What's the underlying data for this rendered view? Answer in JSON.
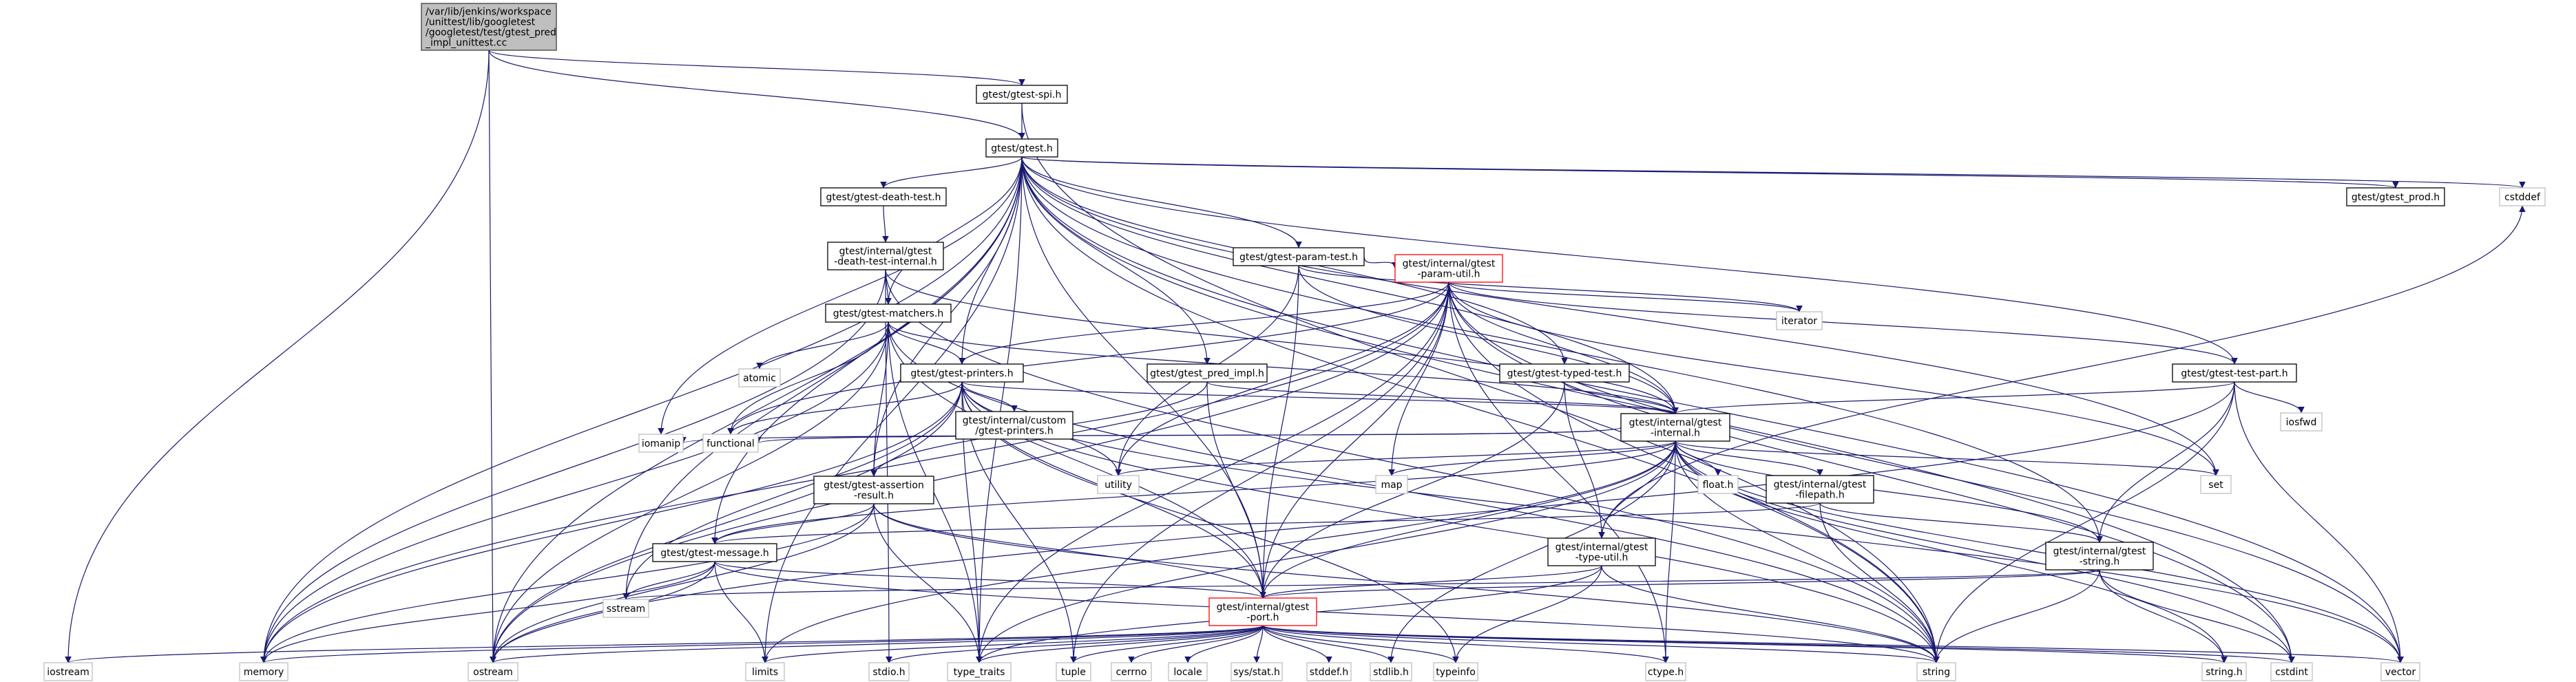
{
  "colors": {
    "edge": "#191970",
    "box_border": "#000000",
    "box_fill": "#ffffff",
    "root_fill": "#bfbfbf",
    "root_border": "#404040",
    "truncated_border": "#ff0000",
    "system_border": "#bfbfbf",
    "system_text": "#404040"
  },
  "nodes": [
    {
      "id": "root",
      "label": [
        "/var/lib/jenkins/workspace",
        "/unittest/lib/googletest",
        "/googletest/test/gtest_pred",
        "_impl_unittest.cc"
      ],
      "style": "root"
    },
    {
      "id": "gtest_spi_h",
      "label": [
        "gtest/gtest-spi.h"
      ],
      "style": "box"
    },
    {
      "id": "gtest_h",
      "label": [
        "gtest/gtest.h"
      ],
      "style": "box"
    },
    {
      "id": "gtest_death_test_h",
      "label": [
        "gtest/gtest-death-test.h"
      ],
      "style": "box"
    },
    {
      "id": "gtest_prod_h",
      "label": [
        "gtest/gtest_prod.h"
      ],
      "style": "box"
    },
    {
      "id": "cstddef",
      "label": [
        "cstddef"
      ],
      "style": "system"
    },
    {
      "id": "death_test_internal_h",
      "label": [
        "gtest/internal/gtest",
        "-death-test-internal.h"
      ],
      "style": "box"
    },
    {
      "id": "gtest_param_test_h",
      "label": [
        "gtest/gtest-param-test.h"
      ],
      "style": "box"
    },
    {
      "id": "param_util_h",
      "label": [
        "gtest/internal/gtest",
        "-param-util.h"
      ],
      "style": "truncated"
    },
    {
      "id": "gtest_matchers_h",
      "label": [
        "gtest/gtest-matchers.h"
      ],
      "style": "box"
    },
    {
      "id": "atomic",
      "label": [
        "atomic"
      ],
      "style": "system"
    },
    {
      "id": "gtest_printers_h",
      "label": [
        "gtest/gtest-printers.h"
      ],
      "style": "box"
    },
    {
      "id": "gtest_pred_impl_h",
      "label": [
        "gtest/gtest_pred_impl.h"
      ],
      "style": "box"
    },
    {
      "id": "gtest_typed_test_h",
      "label": [
        "gtest/gtest-typed-test.h"
      ],
      "style": "box"
    },
    {
      "id": "iterator",
      "label": [
        "iterator"
      ],
      "style": "system"
    },
    {
      "id": "gtest_test_part_h",
      "label": [
        "gtest/gtest-test-part.h"
      ],
      "style": "box"
    },
    {
      "id": "custom_printers_h",
      "label": [
        "gtest/internal/custom",
        "/gtest-printers.h"
      ],
      "style": "box"
    },
    {
      "id": "gtest_internal_h",
      "label": [
        "gtest/internal/gtest",
        "-internal.h"
      ],
      "style": "box"
    },
    {
      "id": "iosfwd",
      "label": [
        "iosfwd"
      ],
      "style": "system"
    },
    {
      "id": "iomanip",
      "label": [
        "iomanip"
      ],
      "style": "system"
    },
    {
      "id": "functional",
      "label": [
        "functional"
      ],
      "style": "system"
    },
    {
      "id": "utility",
      "label": [
        "utility"
      ],
      "style": "system"
    },
    {
      "id": "map",
      "label": [
        "map"
      ],
      "style": "system"
    },
    {
      "id": "float_h",
      "label": [
        "float.h"
      ],
      "style": "system"
    },
    {
      "id": "filepath_h",
      "label": [
        "gtest/internal/gtest",
        "-filepath.h"
      ],
      "style": "box"
    },
    {
      "id": "set",
      "label": [
        "set"
      ],
      "style": "system"
    },
    {
      "id": "assertion_result_h",
      "label": [
        "gtest/gtest-assertion",
        "-result.h"
      ],
      "style": "box"
    },
    {
      "id": "gtest_message_h",
      "label": [
        "gtest/gtest-message.h"
      ],
      "style": "box"
    },
    {
      "id": "type_util_h",
      "label": [
        "gtest/internal/gtest",
        "-type-util.h"
      ],
      "style": "box"
    },
    {
      "id": "gtest_string_h",
      "label": [
        "gtest/internal/gtest",
        "-string.h"
      ],
      "style": "box"
    },
    {
      "id": "sstream",
      "label": [
        "sstream"
      ],
      "style": "system"
    },
    {
      "id": "gtest_port_h",
      "label": [
        "gtest/internal/gtest",
        "-port.h"
      ],
      "style": "truncated"
    },
    {
      "id": "iostream",
      "label": [
        "iostream"
      ],
      "style": "system"
    },
    {
      "id": "memory",
      "label": [
        "memory"
      ],
      "style": "system"
    },
    {
      "id": "ostream",
      "label": [
        "ostream"
      ],
      "style": "system"
    },
    {
      "id": "limits",
      "label": [
        "limits"
      ],
      "style": "system"
    },
    {
      "id": "stdio_h",
      "label": [
        "stdio.h"
      ],
      "style": "system"
    },
    {
      "id": "type_traits",
      "label": [
        "type_traits"
      ],
      "style": "system"
    },
    {
      "id": "tuple",
      "label": [
        "tuple"
      ],
      "style": "system"
    },
    {
      "id": "cerrno",
      "label": [
        "cerrno"
      ],
      "style": "system"
    },
    {
      "id": "locale",
      "label": [
        "locale"
      ],
      "style": "system"
    },
    {
      "id": "sys_stat_h",
      "label": [
        "sys/stat.h"
      ],
      "style": "system"
    },
    {
      "id": "stddef_h",
      "label": [
        "stddef.h"
      ],
      "style": "system"
    },
    {
      "id": "stdlib_h",
      "label": [
        "stdlib.h"
      ],
      "style": "system"
    },
    {
      "id": "typeinfo",
      "label": [
        "typeinfo"
      ],
      "style": "system"
    },
    {
      "id": "ctype_h",
      "label": [
        "ctype.h"
      ],
      "style": "system"
    },
    {
      "id": "string",
      "label": [
        "string"
      ],
      "style": "system"
    },
    {
      "id": "string_h",
      "label": [
        "string.h"
      ],
      "style": "system"
    },
    {
      "id": "cstdint",
      "label": [
        "cstdint"
      ],
      "style": "system"
    },
    {
      "id": "vector",
      "label": [
        "vector"
      ],
      "style": "system"
    }
  ],
  "edges": [
    [
      "root",
      "gtest_spi_h"
    ],
    [
      "root",
      "gtest_h"
    ],
    [
      "root",
      "iostream"
    ],
    [
      "root",
      "ostream"
    ],
    [
      "gtest_spi_h",
      "gtest_h"
    ],
    [
      "gtest_spi_h",
      "string"
    ],
    [
      "gtest_h",
      "gtest_death_test_h"
    ],
    [
      "gtest_h",
      "gtest_prod_h"
    ],
    [
      "gtest_h",
      "cstddef"
    ],
    [
      "gtest_h",
      "gtest_param_test_h"
    ],
    [
      "gtest_h",
      "gtest_matchers_h"
    ],
    [
      "gtest_h",
      "gtest_printers_h"
    ],
    [
      "gtest_h",
      "gtest_pred_impl_h"
    ],
    [
      "gtest_h",
      "gtest_typed_test_h"
    ],
    [
      "gtest_h",
      "gtest_test_part_h"
    ],
    [
      "gtest_h",
      "gtest_internal_h"
    ],
    [
      "gtest_h",
      "gtest_string_h"
    ],
    [
      "gtest_h",
      "assertion_result_h"
    ],
    [
      "gtest_h",
      "gtest_message_h"
    ],
    [
      "gtest_h",
      "gtest_port_h"
    ],
    [
      "gtest_h",
      "memory"
    ],
    [
      "gtest_h",
      "ostream"
    ],
    [
      "gtest_h",
      "limits"
    ],
    [
      "gtest_h",
      "type_traits"
    ],
    [
      "gtest_h",
      "iomanip"
    ],
    [
      "gtest_h",
      "sstream"
    ],
    [
      "gtest_h",
      "set"
    ],
    [
      "gtest_h",
      "string"
    ],
    [
      "gtest_h",
      "vector"
    ],
    [
      "gtest_h",
      "cstdint"
    ],
    [
      "gtest_death_test_h",
      "death_test_internal_h"
    ],
    [
      "death_test_internal_h",
      "gtest_matchers_h"
    ],
    [
      "death_test_internal_h",
      "gtest_internal_h"
    ],
    [
      "death_test_internal_h",
      "memory"
    ],
    [
      "death_test_internal_h",
      "stdio_h"
    ],
    [
      "death_test_internal_h",
      "string"
    ],
    [
      "gtest_param_test_h",
      "param_util_h"
    ],
    [
      "gtest_param_test_h",
      "gtest_internal_h"
    ],
    [
      "gtest_param_test_h",
      "gtest_port_h"
    ],
    [
      "gtest_param_test_h",
      "iterator"
    ],
    [
      "gtest_param_test_h",
      "utility"
    ],
    [
      "param_util_h",
      "gtest_printers_h"
    ],
    [
      "param_util_h",
      "gtest_test_part_h"
    ],
    [
      "param_util_h",
      "gtest_internal_h"
    ],
    [
      "param_util_h",
      "gtest_port_h"
    ],
    [
      "param_util_h",
      "iterator"
    ],
    [
      "param_util_h",
      "functional"
    ],
    [
      "param_util_h",
      "utility"
    ],
    [
      "param_util_h",
      "map"
    ],
    [
      "param_util_h",
      "set"
    ],
    [
      "param_util_h",
      "memory"
    ],
    [
      "param_util_h",
      "string"
    ],
    [
      "param_util_h",
      "vector"
    ],
    [
      "param_util_h",
      "tuple"
    ],
    [
      "param_util_h",
      "type_traits"
    ],
    [
      "param_util_h",
      "ctype_h"
    ],
    [
      "param_util_h",
      "cstdint"
    ],
    [
      "param_util_h",
      "ostream"
    ],
    [
      "gtest_matchers_h",
      "gtest_printers_h"
    ],
    [
      "gtest_matchers_h",
      "gtest_internal_h"
    ],
    [
      "gtest_matchers_h",
      "gtest_port_h"
    ],
    [
      "gtest_matchers_h",
      "atomic"
    ],
    [
      "gtest_matchers_h",
      "functional"
    ],
    [
      "gtest_matchers_h",
      "memory"
    ],
    [
      "gtest_matchers_h",
      "ostream"
    ],
    [
      "gtest_matchers_h",
      "string"
    ],
    [
      "gtest_matchers_h",
      "type_traits"
    ],
    [
      "gtest_matchers_h",
      "assertion_result_h"
    ],
    [
      "gtest_printers_h",
      "custom_printers_h"
    ],
    [
      "gtest_printers_h",
      "gtest_internal_h"
    ],
    [
      "gtest_printers_h",
      "gtest_port_h"
    ],
    [
      "gtest_printers_h",
      "functional"
    ],
    [
      "gtest_printers_h",
      "memory"
    ],
    [
      "gtest_printers_h",
      "ostream"
    ],
    [
      "gtest_printers_h",
      "sstream"
    ],
    [
      "gtest_printers_h",
      "string"
    ],
    [
      "gtest_printers_h",
      "tuple"
    ],
    [
      "gtest_printers_h",
      "type_traits"
    ],
    [
      "gtest_printers_h",
      "typeinfo"
    ],
    [
      "gtest_printers_h",
      "utility"
    ],
    [
      "gtest_printers_h",
      "vector"
    ],
    [
      "gtest_pred_impl_h",
      "assertion_result_h"
    ],
    [
      "gtest_pred_impl_h",
      "gtest_internal_h"
    ],
    [
      "gtest_pred_impl_h",
      "gtest_port_h"
    ],
    [
      "gtest_typed_test_h",
      "gtest_internal_h"
    ],
    [
      "gtest_typed_test_h",
      "gtest_port_h"
    ],
    [
      "gtest_typed_test_h",
      "type_util_h"
    ],
    [
      "gtest_test_part_h",
      "gtest_internal_h"
    ],
    [
      "gtest_test_part_h",
      "gtest_string_h"
    ],
    [
      "gtest_test_part_h",
      "iosfwd"
    ],
    [
      "gtest_test_part_h",
      "ostream"
    ],
    [
      "gtest_test_part_h",
      "string"
    ],
    [
      "gtest_test_part_h",
      "vector"
    ],
    [
      "gtest_internal_h",
      "gtest_port_h"
    ],
    [
      "gtest_internal_h",
      "gtest_message_h"
    ],
    [
      "gtest_internal_h",
      "filepath_h"
    ],
    [
      "gtest_internal_h",
      "gtest_string_h"
    ],
    [
      "gtest_internal_h",
      "type_util_h"
    ],
    [
      "gtest_internal_h",
      "stdlib_h"
    ],
    [
      "gtest_internal_h",
      "ctype_h"
    ],
    [
      "gtest_internal_h",
      "float_h"
    ],
    [
      "gtest_internal_h",
      "string_h"
    ],
    [
      "gtest_internal_h",
      "cstdint"
    ],
    [
      "gtest_internal_h",
      "functional"
    ],
    [
      "gtest_internal_h",
      "iomanip"
    ],
    [
      "gtest_internal_h",
      "limits"
    ],
    [
      "gtest_internal_h",
      "map"
    ],
    [
      "gtest_internal_h",
      "set"
    ],
    [
      "gtest_internal_h",
      "string"
    ],
    [
      "gtest_internal_h",
      "type_traits"
    ],
    [
      "gtest_internal_h",
      "utility"
    ],
    [
      "gtest_internal_h",
      "vector"
    ],
    [
      "filepath_h",
      "gtest_message_h"
    ],
    [
      "filepath_h",
      "gtest_string_h"
    ],
    [
      "filepath_h",
      "string"
    ],
    [
      "assertion_result_h",
      "gtest_message_h"
    ],
    [
      "assertion_result_h",
      "gtest_port_h"
    ],
    [
      "assertion_result_h",
      "memory"
    ],
    [
      "assertion_result_h",
      "ostream"
    ],
    [
      "assertion_result_h",
      "string"
    ],
    [
      "assertion_result_h",
      "type_traits"
    ],
    [
      "gtest_message_h",
      "gtest_port_h"
    ],
    [
      "gtest_message_h",
      "limits"
    ],
    [
      "gtest_message_h",
      "memory"
    ],
    [
      "gtest_message_h",
      "ostream"
    ],
    [
      "gtest_message_h",
      "sstream"
    ],
    [
      "gtest_message_h",
      "string"
    ],
    [
      "type_util_h",
      "gtest_port_h"
    ],
    [
      "type_util_h",
      "cstddef"
    ],
    [
      "type_util_h",
      "string"
    ],
    [
      "type_util_h",
      "type_traits"
    ],
    [
      "type_util_h",
      "typeinfo"
    ],
    [
      "gtest_string_h",
      "gtest_port_h"
    ],
    [
      "gtest_string_h",
      "string_h"
    ],
    [
      "gtest_string_h",
      "cstdint"
    ],
    [
      "gtest_string_h",
      "sstream"
    ],
    [
      "gtest_string_h",
      "string"
    ],
    [
      "gtest_port_h",
      "ctype_h"
    ],
    [
      "gtest_port_h",
      "limits"
    ],
    [
      "gtest_port_h",
      "stdio_h"
    ],
    [
      "gtest_port_h",
      "type_traits"
    ],
    [
      "gtest_port_h",
      "tuple"
    ],
    [
      "gtest_port_h",
      "cerrno"
    ],
    [
      "gtest_port_h",
      "locale"
    ],
    [
      "gtest_port_h",
      "sys_stat_h"
    ],
    [
      "gtest_port_h",
      "stddef_h"
    ],
    [
      "gtest_port_h",
      "stdlib_h"
    ],
    [
      "gtest_port_h",
      "typeinfo"
    ],
    [
      "gtest_port_h",
      "string"
    ],
    [
      "gtest_port_h",
      "string_h"
    ],
    [
      "gtest_port_h",
      "cstdint"
    ],
    [
      "gtest_port_h",
      "vector"
    ],
    [
      "gtest_port_h",
      "memory"
    ],
    [
      "gtest_port_h",
      "ostream"
    ],
    [
      "gtest_port_h",
      "iostream"
    ]
  ]
}
